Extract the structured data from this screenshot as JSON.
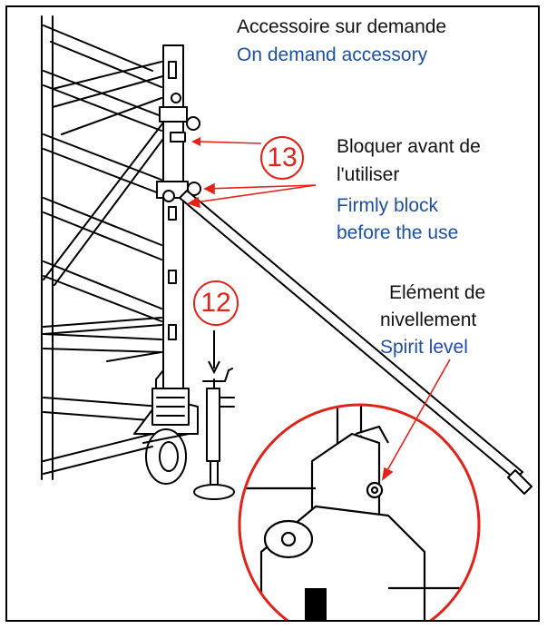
{
  "labels": {
    "accessory_fr": "Accessoire sur demande",
    "accessory_en": "On demand accessory",
    "block_fr_line1": "Bloquer avant de",
    "block_fr_line2": "l'utiliser",
    "block_en_line1": "Firmly block",
    "block_en_line2": "before the use",
    "level_fr_line1": "Elément de",
    "level_fr_line2": "nivellement",
    "level_en": "Spirit level"
  },
  "callouts": {
    "item_12": "12",
    "item_13": "13"
  },
  "colors": {
    "french_text": "#111111",
    "english_text": "#1f4fa0",
    "callout_red": "#e2231a",
    "line_art": "#000000"
  }
}
